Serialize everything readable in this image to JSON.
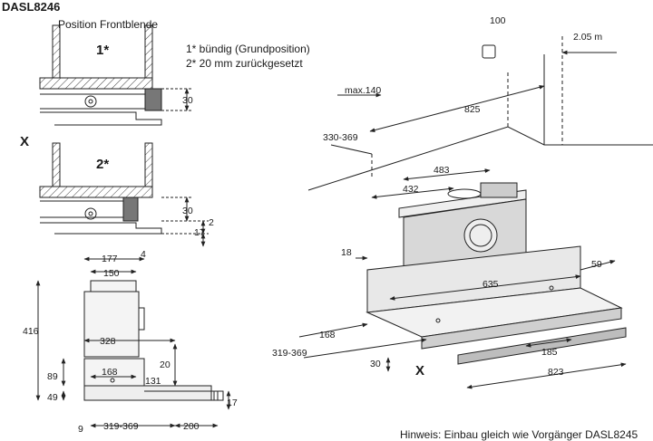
{
  "model": "DASL8246",
  "front_panel": {
    "caption": "Position Frontblende",
    "pos1_marker": "1*",
    "pos2_marker": "2*",
    "legend1": "1*  bündig (Grundposition)",
    "legend2": "2*  20 mm zurückgesetzt",
    "x_marker": "X",
    "dim_30_a": "30",
    "dim_30_b": "30",
    "dim_2": "2",
    "dim_17": "17"
  },
  "side_view": {
    "d177": "177",
    "d4": "4",
    "d150": "150",
    "d416": "416",
    "d328": "328",
    "d89": "89",
    "d168": "168",
    "d20": "20",
    "d131": "131",
    "d49": "49",
    "d17": "17",
    "d9": "9",
    "d319_369": "319-369",
    "d200": "200"
  },
  "main_view": {
    "d100": "100",
    "d2_05": "2.05 m",
    "dmax140": "max.140",
    "d825": "825",
    "d330_369": "330-369",
    "d483": "483",
    "d432": "432",
    "d18": "18",
    "d635": "635",
    "d59": "59",
    "d168": "168",
    "d319_369": "319-369",
    "d185": "185",
    "d30": "30",
    "x_marker": "X",
    "d823": "823"
  },
  "note": "Hinweis: Einbau gleich wie Vorgänger DASL8245"
}
